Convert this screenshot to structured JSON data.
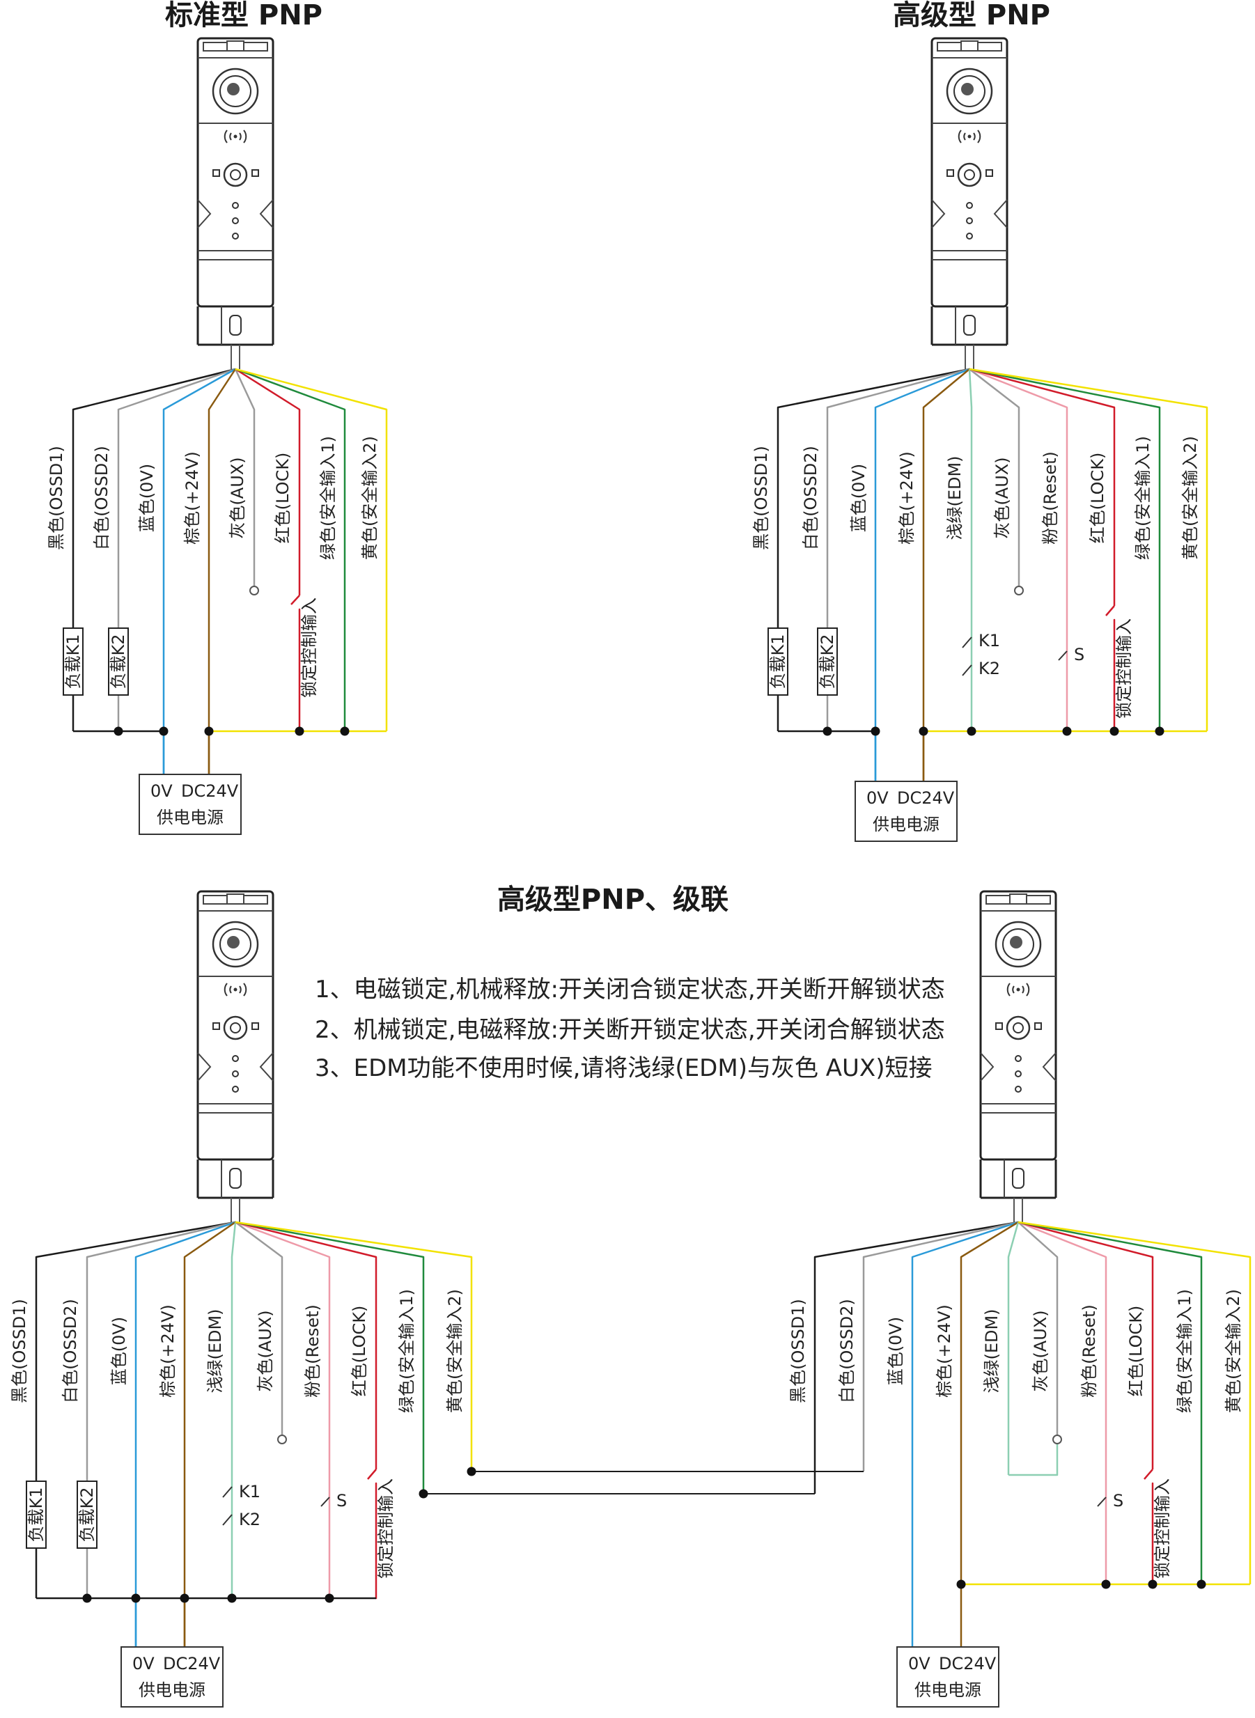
{
  "titles": {
    "standard": "标准型 PNP",
    "advanced": "高级型 PNP",
    "cascade": "高级型PNP、级联"
  },
  "notes": [
    "1、电磁锁定,机械释放:开关闭合锁定状态,开关断开解锁状态",
    "2、机械锁定,电磁释放:开关断开锁定状态,开关闭合解锁状态",
    "3、EDM功能不使用时候,请将浅绿(EDM)与灰色 AUX)短接"
  ],
  "wires": {
    "black": "黑色(OSSD1)",
    "white": "白色(OSSD2)",
    "blue": "蓝色(0V)",
    "brown": "棕色(+24V)",
    "lightgreen": "浅绿(EDM)",
    "gray": "灰色(AUX)",
    "pink": "粉色(Reset)",
    "red": "红色(LOCK)",
    "green": "绿色(安全输入1)",
    "yellow": "黄色(安全输入2)"
  },
  "components": {
    "load1": "负载K1",
    "load2": "负载K2",
    "k1": "K1",
    "k2": "K2",
    "s": "S",
    "lock_control": "锁定控制输入"
  },
  "power_supply": {
    "zero_v": "0V",
    "dc24v": "DC24V",
    "label": "供电电源"
  },
  "colors": {
    "black": "#1a1a1a",
    "white": "#9a9a9a",
    "blue": "#2a9ad8",
    "brown": "#8a5a10",
    "lightgreen": "#8ccfb2",
    "gray": "#9a9a9a",
    "pink": "#ee9aa8",
    "red": "#d11b2a",
    "green": "#1f8a3c",
    "yellow": "#f2e200"
  }
}
